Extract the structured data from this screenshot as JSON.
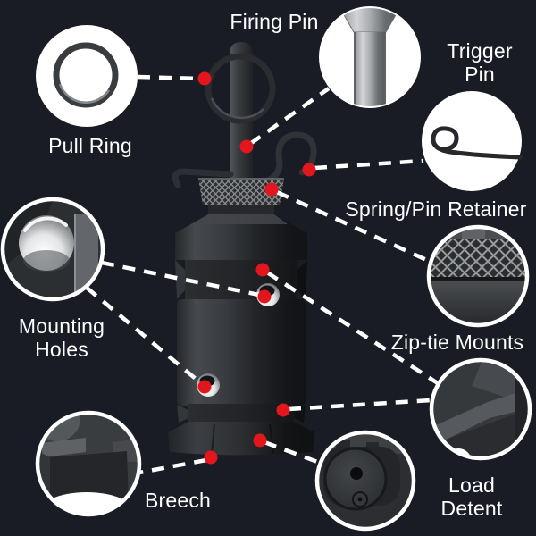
{
  "labels": {
    "firing_pin": "Firing Pin",
    "trigger_pin": "Trigger Pin",
    "pull_ring": "Pull Ring",
    "spring_pin_retainer": "Spring/Pin Retainer",
    "mounting_holes": "Mounting Holes",
    "zip_tie_mounts": "Zip-tie Mounts",
    "breech": "Breech",
    "load_detent": "Load Detent"
  },
  "style": {
    "background_color": "#1a1c25",
    "text_color": "#ffffff",
    "marker_dot_color": "#e3161e",
    "leader_line_color": "#ffffff",
    "callout_ring_color": "#ffffff"
  }
}
